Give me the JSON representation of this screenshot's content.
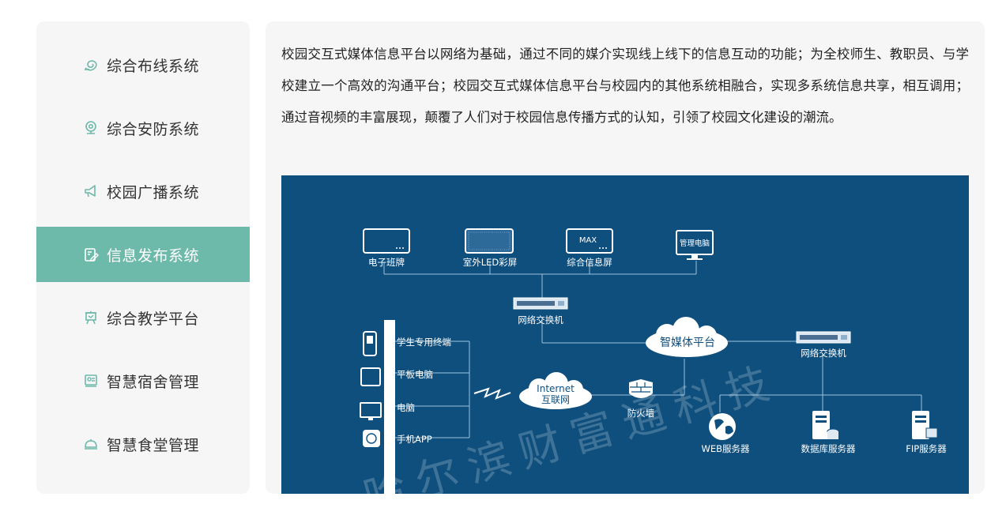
{
  "sidebar": {
    "items": [
      {
        "label": "综合布线系统",
        "icon": "spiral-cable-icon",
        "active": false
      },
      {
        "label": "综合安防系统",
        "icon": "webcam-icon",
        "active": false
      },
      {
        "label": "校园广播系统",
        "icon": "megaphone-icon",
        "active": false
      },
      {
        "label": "信息发布系统",
        "icon": "edit-document-icon",
        "active": true
      },
      {
        "label": "综合教学平台",
        "icon": "easel-icon",
        "active": false
      },
      {
        "label": "智慧宿舍管理",
        "icon": "id-card-icon",
        "active": false
      },
      {
        "label": "智慧食堂管理",
        "icon": "food-cloche-icon",
        "active": false
      }
    ]
  },
  "content": {
    "description": "校园交互式媒体信息平台以网络为基础，通过不同的媒介实现线上线下的信息互动的功能；为全校师生、教职员、与学校建立一个高效的沟通平台；校园交互式媒体信息平台与校园内的其他系统相融合，实现多系统信息共享，相互调用；通过音视频的丰富展现，颠覆了人们对于校园信息传播方式的认知，引领了校园文化建设的潮流。"
  },
  "diagram": {
    "background": "#0f4f7e",
    "watermark": "哈尔滨财富通科技",
    "labels": {
      "class_board": "电子班牌",
      "outdoor_led": "室外LED彩屏",
      "info_screen": "综合信息屏",
      "info_screen_badge": "MAX",
      "admin_pc_badge": "管理电脑",
      "switch_left": "网络交换机",
      "switch_right": "网络交换机",
      "media_platform": "智媒体平台",
      "internet_en": "Internet",
      "internet_cn": "互联网",
      "firewall": "防火墙",
      "student_terminal": "学生专用终端",
      "tablet": "平板电脑",
      "computer": "电脑",
      "mobile_app": "手机APP",
      "web_server": "WEB服务器",
      "db_server": "数据库服务器",
      "ftp_server": "FIP服务器"
    }
  }
}
